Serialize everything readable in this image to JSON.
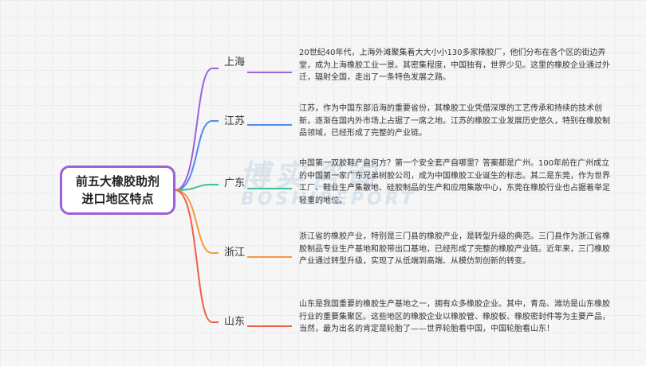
{
  "root": {
    "line1": "前五大橡胶助剂",
    "line2": "进口地区特点"
  },
  "watermark": {
    "cn": "博实咨询",
    "en": "BOSHIREPORT"
  },
  "branches": [
    {
      "name": "上海",
      "color": "#9b62d8",
      "desc": "20世纪40年代，上海外滩聚集着大大小小130多家橡胶厂，他们分布在各个区的街边弄堂，成为上海橡胶工业一景。其密集程度，中国独有，世界少见。这里的橡胶企业通过外迁，辐射全国，走出了一条特色发展之路。"
    },
    {
      "name": "江苏",
      "color": "#4f8af0",
      "desc": "江苏，作为中国东部沿海的重要省份，其橡胶工业凭借深厚的工艺传承和持续的技术创新，逐渐在国内外市场上占据了一席之地。江苏的橡胶工业发展历史悠久，特别在橡胶制品领域，已经形成了完整的产业链。"
    },
    {
      "name": "广东",
      "color": "#3cc196",
      "desc": "中国第一双胶鞋产自何方？第一个安全套产自哪里？答案都是广州。100年前在广州成立的中国第一家广东兄弟树胶公司，成为中国橡胶工业诞生的标志。其二是东莞，作为世界工厂、鞋业生产集散地、硅胶制品的生产和应用集散中心，东莞在橡胶行业也占据着举足轻重的地位。"
    },
    {
      "name": "浙江",
      "color": "#f59a3c",
      "desc": "浙江省的橡胶产业，特别是三门县的橡胶产业，是转型升级的典范。三门县作为浙江省橡胶制品专业生产基地和胶带出口基地，已经形成了完整的橡胶产业链。近年来，三门橡胶产业通过转型升级，实现了从低端到高端、从模仿到创新的转变。"
    },
    {
      "name": "山东",
      "color": "#ee5d4a",
      "desc": "山东是我国重要的橡胶生产基地之一，拥有众多橡胶企业。其中，青岛、潍坊是山东橡胶行业的重要集聚区。这些地区的橡胶企业以橡胶管、橡胶板、橡胶密封件等为主要产品，当然，最为出名的肯定是轮胎了——世界轮胎看中国，中国轮胎看山东！"
    }
  ]
}
